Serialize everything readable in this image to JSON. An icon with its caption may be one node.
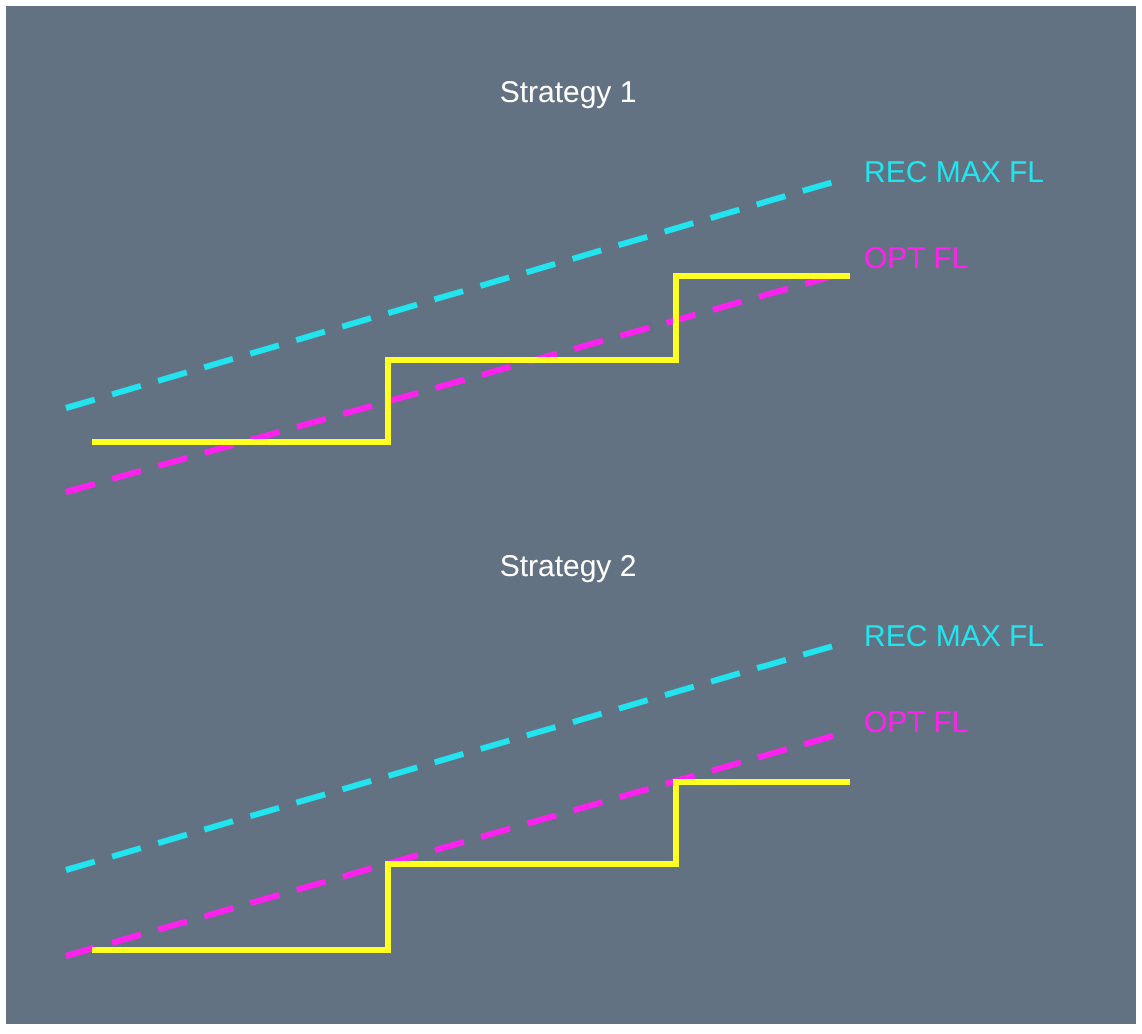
{
  "diagram": {
    "labels": [
      "Strategy 1",
      "REC MAX FL",
      "OPT FL",
      "Strategy 2",
      "REC MAX FL",
      "OPT FL"
    ]
  }
}
